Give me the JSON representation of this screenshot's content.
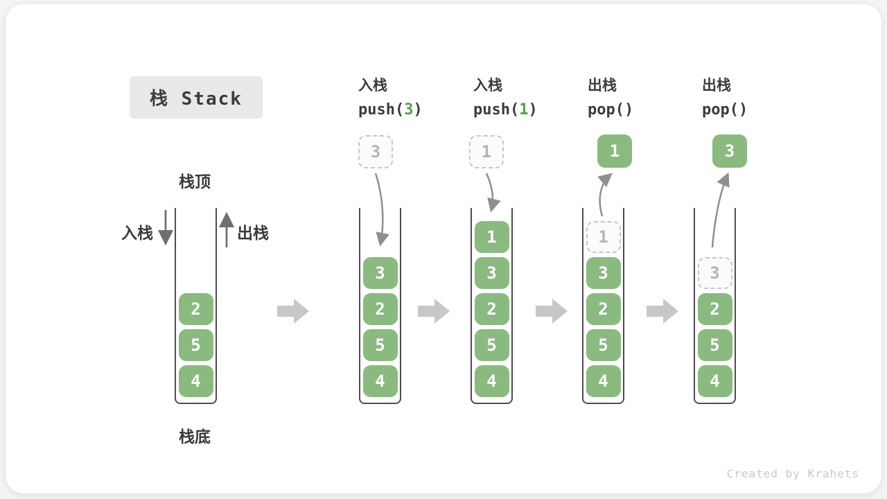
{
  "title": "栈 Stack",
  "side_labels": {
    "stack_top": "栈顶",
    "stack_bottom": "栈底",
    "push": "入栈",
    "pop": "出栈"
  },
  "watermark": "Created by Krahets",
  "colors": {
    "element_green": "#8aba80",
    "code_green": "#55a04c",
    "curved_arrow_gray": "#8f8f8f",
    "straight_arrow_gray": "#6f6f6f",
    "separator_arrow_gray": "#c7c7c7",
    "ghost_border": "#c6c6c6",
    "ghost_text": "#b5b5b5",
    "container_wall": "#4d4d4d",
    "text_dark": "#3b3b3b",
    "title_bg": "#e9e9e9",
    "watermark_gray": "#c9c9c9"
  },
  "columns": [
    {
      "name": "initial-stack",
      "cells": [
        {
          "v": "2",
          "ghost": false
        },
        {
          "v": "5",
          "ghost": false
        },
        {
          "v": "4",
          "ghost": false
        }
      ]
    },
    {
      "name": "push-3",
      "header": {
        "cn": "入栈",
        "code_before": "push(",
        "code_value": "3",
        "code_after": ")"
      },
      "float_box": {
        "v": "3",
        "style": "ghost"
      },
      "cells": [
        {
          "v": "3",
          "ghost": false
        },
        {
          "v": "2",
          "ghost": false
        },
        {
          "v": "5",
          "ghost": false
        },
        {
          "v": "4",
          "ghost": false
        }
      ]
    },
    {
      "name": "push-1",
      "header": {
        "cn": "入栈",
        "code_before": "push(",
        "code_value": "1",
        "code_after": ")"
      },
      "float_box": {
        "v": "1",
        "style": "ghost"
      },
      "cells": [
        {
          "v": "1",
          "ghost": false
        },
        {
          "v": "3",
          "ghost": false
        },
        {
          "v": "2",
          "ghost": false
        },
        {
          "v": "5",
          "ghost": false
        },
        {
          "v": "4",
          "ghost": false
        }
      ]
    },
    {
      "name": "pop-first",
      "header": {
        "cn": "出栈",
        "code_before": "pop()",
        "code_value": "",
        "code_after": ""
      },
      "float_box": {
        "v": "1",
        "style": "solid"
      },
      "cells": [
        {
          "v": "1",
          "ghost": true
        },
        {
          "v": "3",
          "ghost": false
        },
        {
          "v": "2",
          "ghost": false
        },
        {
          "v": "5",
          "ghost": false
        },
        {
          "v": "4",
          "ghost": false
        }
      ]
    },
    {
      "name": "pop-second",
      "header": {
        "cn": "出栈",
        "code_before": "pop()",
        "code_value": "",
        "code_after": ""
      },
      "float_box": {
        "v": "3",
        "style": "solid"
      },
      "cells": [
        {
          "v": "3",
          "ghost": true
        },
        {
          "v": "2",
          "ghost": false
        },
        {
          "v": "5",
          "ghost": false
        },
        {
          "v": "4",
          "ghost": false
        }
      ]
    }
  ]
}
